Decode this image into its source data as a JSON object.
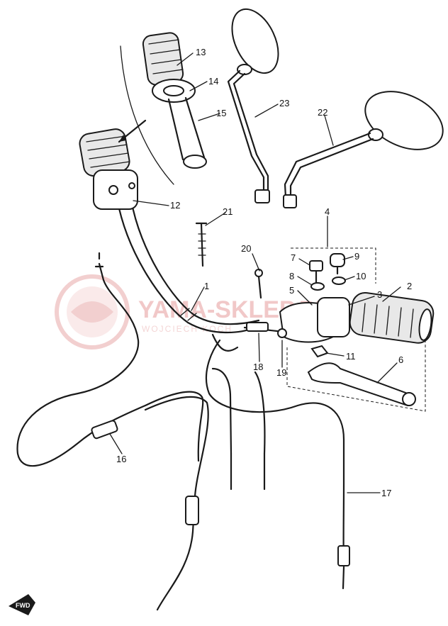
{
  "watermark": {
    "text": "YAMA-SKLEP.PL",
    "subtext": "WOJCIECH KOCH",
    "color": "#e8a8a8"
  },
  "direction_badge": "FWD",
  "labels": {
    "p1": "1",
    "p2": "2",
    "p3": "3",
    "p4": "4",
    "p5": "5",
    "p6": "6",
    "p7": "7",
    "p8": "8",
    "p9": "9",
    "p10": "10",
    "p11": "11",
    "p12": "12",
    "p13": "13",
    "p14": "14",
    "p15": "15",
    "p16": "16",
    "p17": "17",
    "p18": "18",
    "p19": "19",
    "p20": "20",
    "p21": "21",
    "p22": "22",
    "p23": "23"
  }
}
